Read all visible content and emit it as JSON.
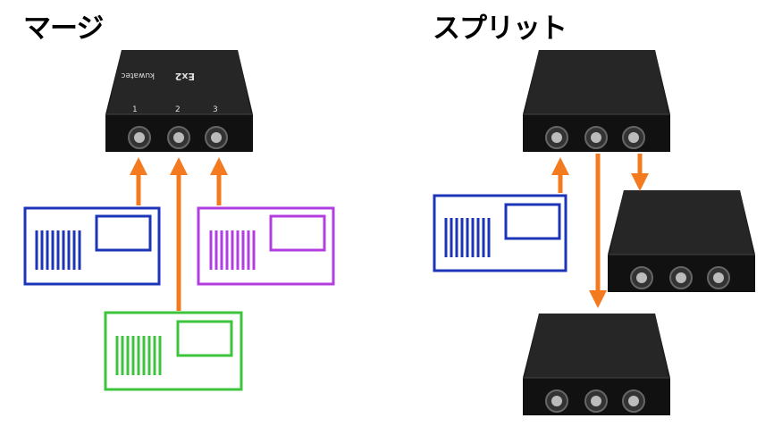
{
  "titles": {
    "merge": "マージ",
    "split": "スプリット"
  },
  "device": {
    "brand": "kuwatec",
    "model": "Ex2",
    "ports": [
      "1",
      "2",
      "3"
    ]
  },
  "colors": {
    "arrow": "#f47a20",
    "blue": "#1c35b8",
    "purple": "#b23ee0",
    "green": "#3dc43d",
    "device": "#1b1b1b"
  }
}
